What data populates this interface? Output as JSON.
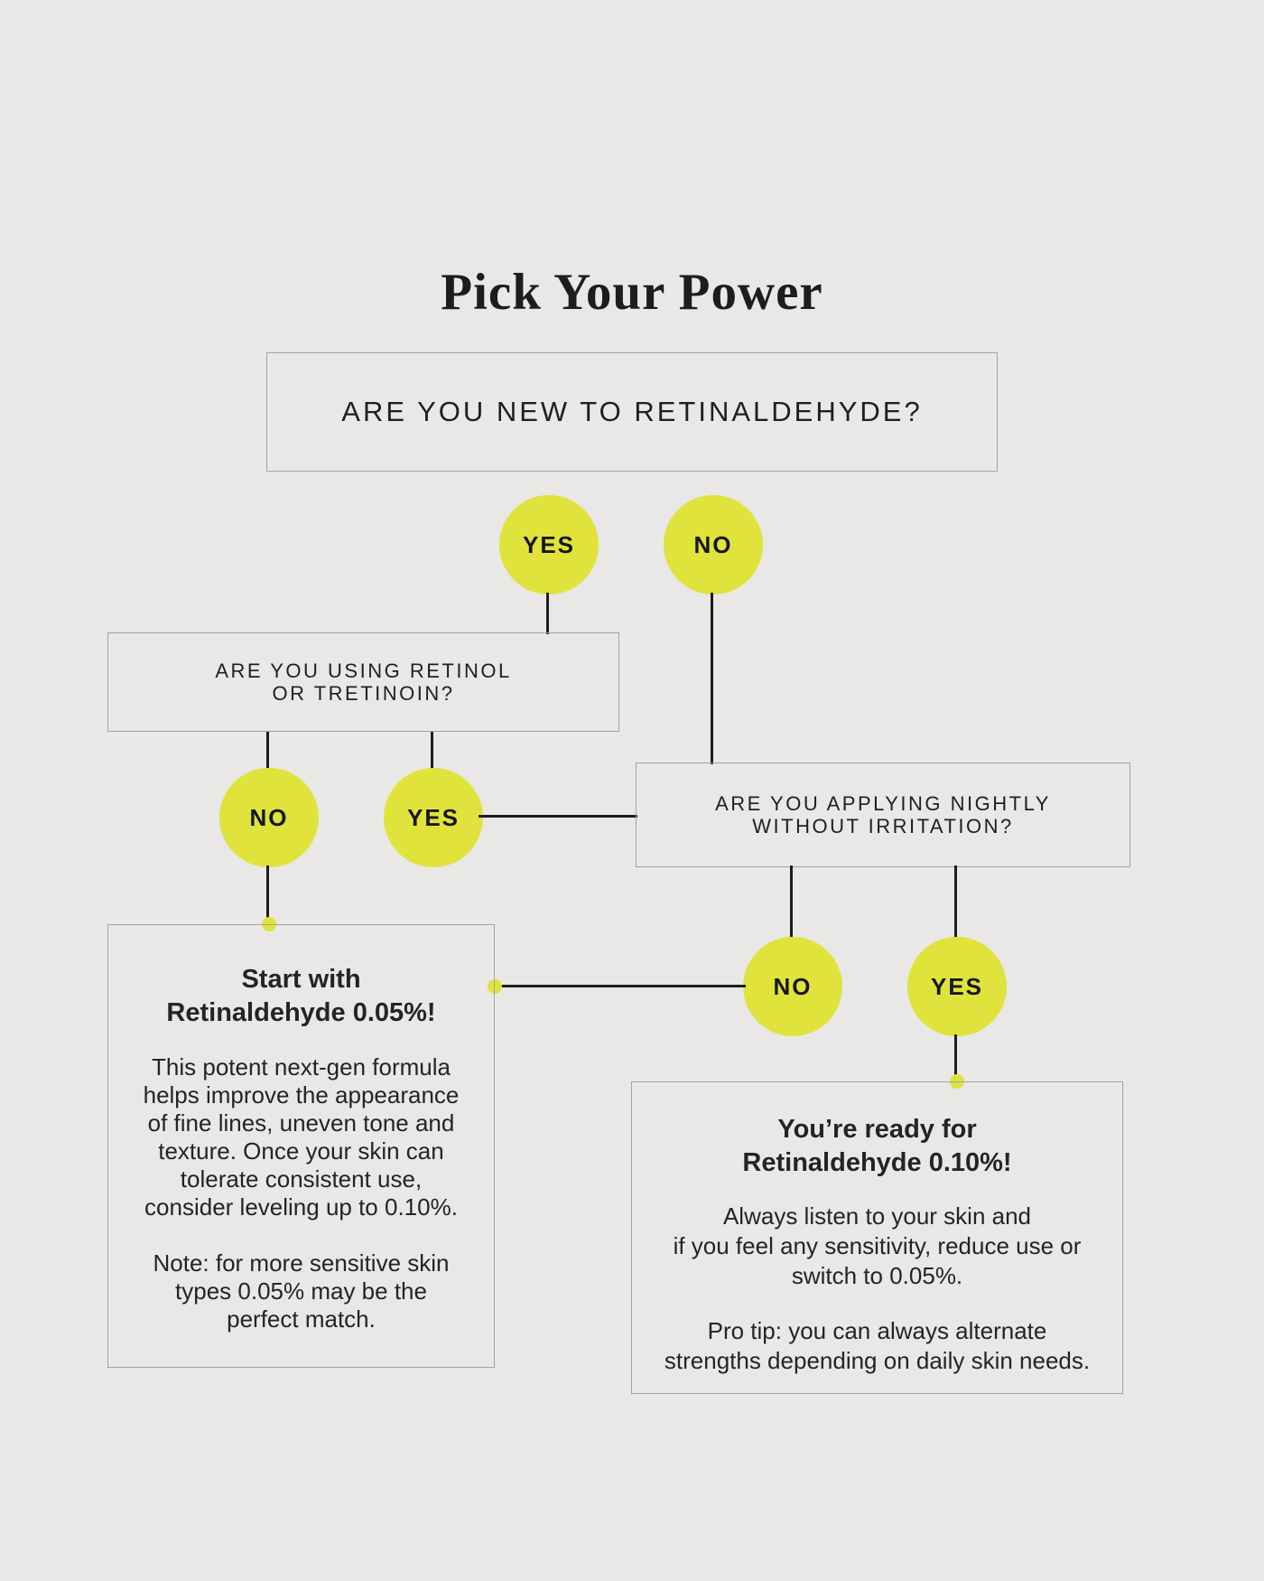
{
  "colors": {
    "background": "#e9e8e6",
    "accent_yellow": "#dfe33c",
    "connector_line": "#1d1d1d",
    "box_border": "#a3a29f",
    "text": "#1f1f1f"
  },
  "title": "Pick Your Power",
  "q1": {
    "text": "ARE YOU NEW TO RETINALDEHYDE?",
    "answer_yes": "YES",
    "answer_no": "NO"
  },
  "q2": {
    "text": "ARE YOU USING RETINOL\nOR TRETINOIN?",
    "answer_yes": "YES",
    "answer_no": "NO"
  },
  "q3": {
    "text": "ARE YOU APPLYING NIGHTLY\nWITHOUT IRRITATION?",
    "answer_yes": "YES",
    "answer_no": "NO"
  },
  "result_005": {
    "heading": "Start with\nRetinaldehyde 0.05%!",
    "body": "This potent next-gen formula\nhelps improve the appearance\nof fine lines, uneven tone and\ntexture. Once your skin can\ntolerate consistent use,\nconsider leveling up to 0.10%.",
    "note": "Note: for more sensitive skin\ntypes 0.05% may be the\nperfect match."
  },
  "result_010": {
    "heading": "You’re ready for\nRetinaldehyde 0.10%!",
    "body": "Always listen to your skin and\nif you feel any sensitivity, reduce use or\nswitch to 0.05%.",
    "note": "Pro tip: you can always alternate\nstrengths depending on daily skin needs."
  }
}
